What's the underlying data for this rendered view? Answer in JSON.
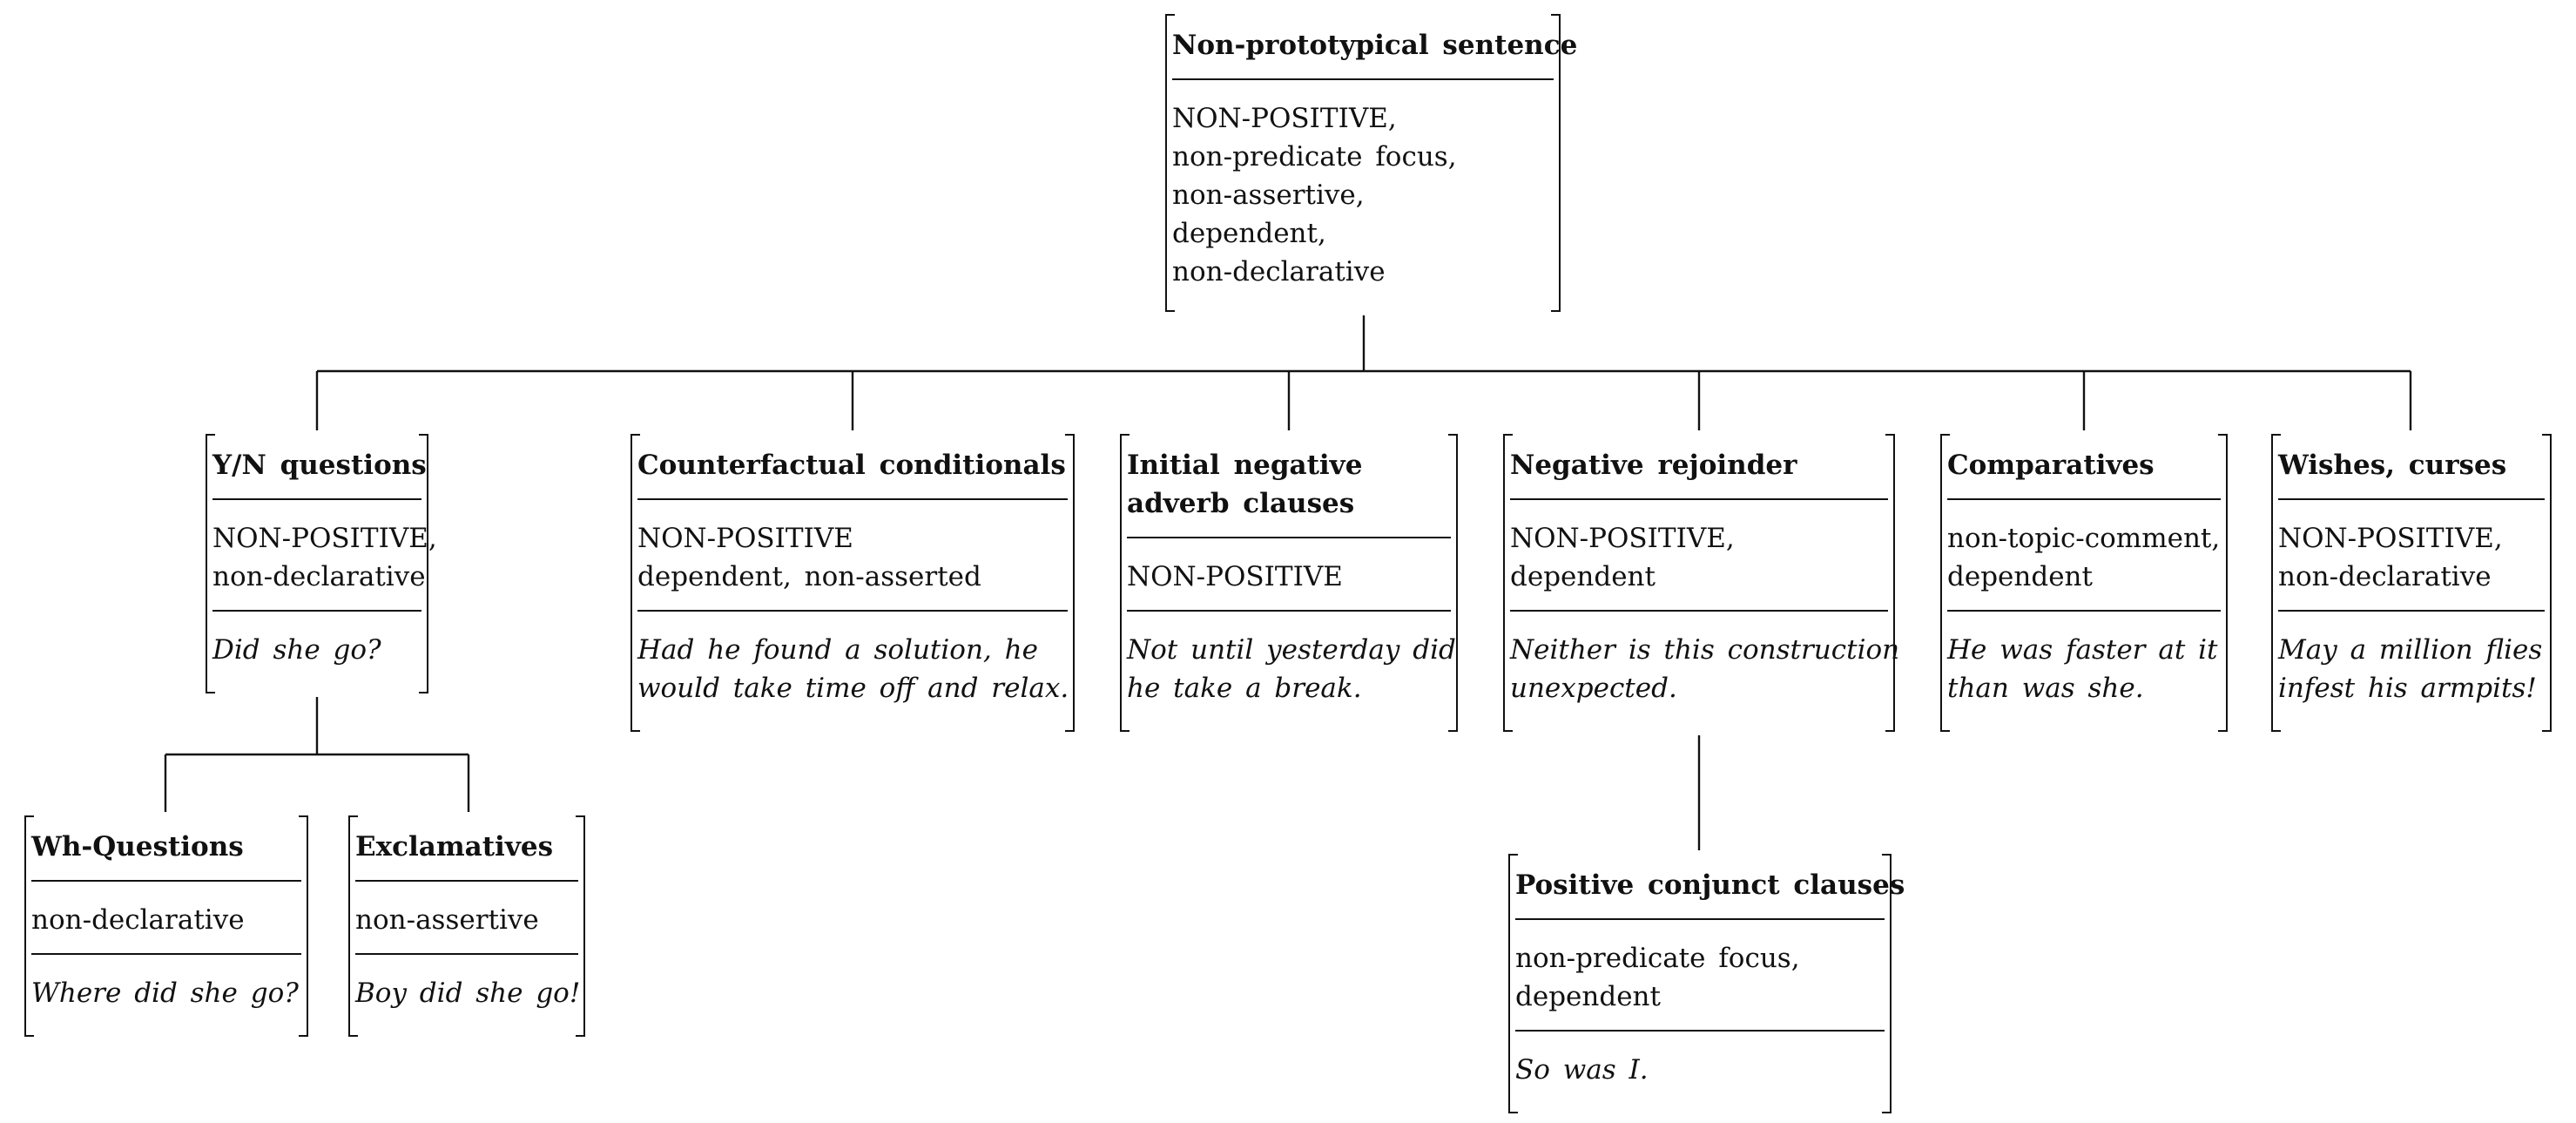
{
  "root": {
    "title": "Non-prototypical sentence",
    "features": [
      "NON-POSITIVE,",
      "non-predicate focus,",
      "non-assertive,",
      "dependent,",
      "non-declarative"
    ]
  },
  "yn": {
    "title": "Y/N questions",
    "features": [
      "NON-POSITIVE,",
      "non-declarative"
    ],
    "example": [
      "Did she go?"
    ]
  },
  "counterfactual": {
    "title": "Counterfactual conditionals",
    "features": [
      "NON-POSITIVE",
      "dependent, non-asserted"
    ],
    "example": [
      "Had he found a solution, he",
      "would take time off and relax."
    ]
  },
  "initial_negative": {
    "title": [
      "Initial negative",
      "adverb clauses"
    ],
    "features": [
      "NON-POSITIVE"
    ],
    "example": [
      "Not until yesterday did",
      "he take a break."
    ]
  },
  "negative_rejoinder": {
    "title": "Negative rejoinder",
    "features": [
      "NON-POSITIVE,",
      "dependent"
    ],
    "example": [
      "Neither is this construction",
      "unexpected."
    ]
  },
  "comparatives": {
    "title": "Comparatives",
    "features": [
      "non-topic-comment,",
      "dependent"
    ],
    "example": [
      "He was faster at it",
      "than was she."
    ]
  },
  "wishes": {
    "title": "Wishes, curses",
    "features": [
      "NON-POSITIVE,",
      "non-declarative"
    ],
    "example": [
      "May a million flies",
      "infest his armpits!"
    ]
  },
  "wh": {
    "title": "Wh-Questions",
    "features": [
      "non-declarative"
    ],
    "example": [
      "Where did she go?"
    ]
  },
  "exclamatives": {
    "title": "Exclamatives",
    "features": [
      "non-assertive"
    ],
    "example": [
      "Boy did she go!"
    ]
  },
  "positive_conjunct": {
    "title": "Positive conjunct clauses",
    "features": [
      "non-predicate focus,",
      "dependent"
    ],
    "example": [
      "So was I."
    ]
  }
}
